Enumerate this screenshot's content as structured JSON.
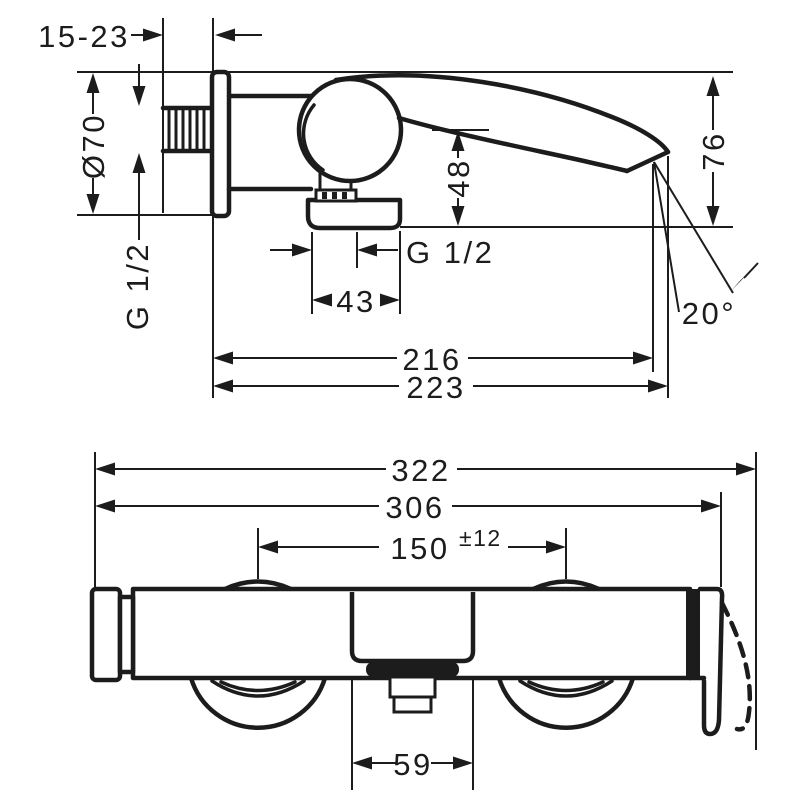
{
  "colors": {
    "background": "#ffffff",
    "ink": "#1c1c1c"
  },
  "side_view": {
    "labels": {
      "wall_depth": "15-23",
      "escutcheon_diameter": "Ø70",
      "inlet_thread": "G 1/2",
      "outlet_drop": "48",
      "shower_outlet_thread": "G 1/2",
      "outlet_housing_width": "43",
      "reach_to_outlet": "216",
      "reach_total": "223",
      "spout_height": "76",
      "stream_angle": "20°"
    }
  },
  "top_view": {
    "labels": {
      "overall_width": "322",
      "width_to_bracket": "306",
      "connection_centers": "150",
      "connection_tolerance": "±12",
      "outlet_housing_width": "59"
    }
  }
}
